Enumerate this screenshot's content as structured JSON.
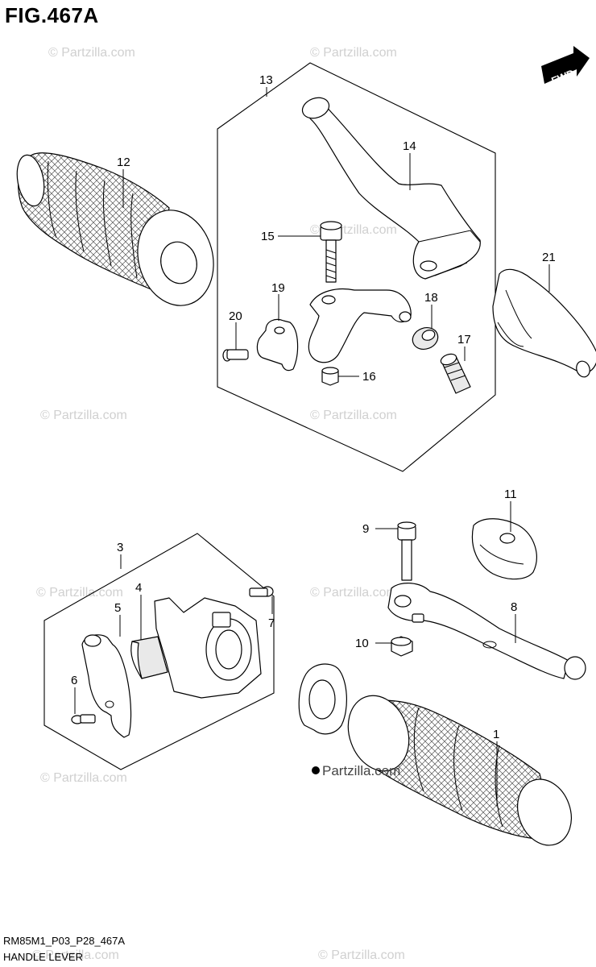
{
  "figure": {
    "title": "FIG.467A",
    "diagram_code": "RM85M1_P03_P28_467A",
    "diagram_name": "HANDLE LEVER",
    "direction_badge": "FWD"
  },
  "watermark": {
    "text": "© Partzilla.com",
    "prominent_text": "Partzilla.com"
  },
  "callouts": [
    "1",
    "3",
    "4",
    "5",
    "6",
    "7",
    "8",
    "9",
    "10",
    "11",
    "12",
    "13",
    "14",
    "15",
    "16",
    "17",
    "18",
    "19",
    "20",
    "21"
  ]
}
